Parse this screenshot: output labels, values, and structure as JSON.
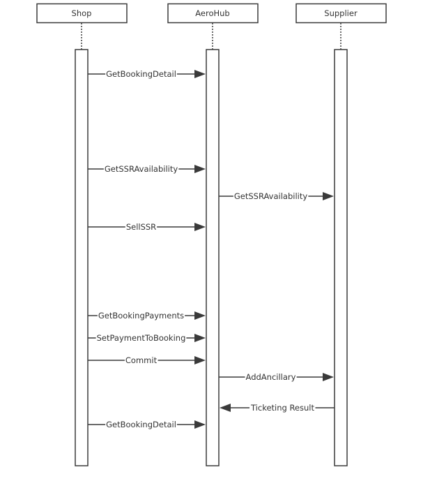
{
  "title": "Sequence diagram",
  "colors": {
    "line": "#3a3a3a",
    "text": "#333333",
    "background": "#ffffff"
  },
  "participants": [
    {
      "id": "shop",
      "label": "Shop"
    },
    {
      "id": "aerohub",
      "label": "AeroHub"
    },
    {
      "id": "supplier",
      "label": "Supplier"
    }
  ],
  "messages": [
    {
      "from": "shop",
      "to": "aerohub",
      "label": "GetBookingDetail"
    },
    {
      "from": "shop",
      "to": "aerohub",
      "label": "GetSSRAvailability"
    },
    {
      "from": "aerohub",
      "to": "supplier",
      "label": "GetSSRAvailability"
    },
    {
      "from": "shop",
      "to": "aerohub",
      "label": "SellSSR"
    },
    {
      "from": "shop",
      "to": "aerohub",
      "label": "GetBookingPayments"
    },
    {
      "from": "shop",
      "to": "aerohub",
      "label": "SetPaymentToBooking"
    },
    {
      "from": "shop",
      "to": "aerohub",
      "label": "Commit"
    },
    {
      "from": "aerohub",
      "to": "supplier",
      "label": "AddAncillary"
    },
    {
      "from": "supplier",
      "to": "aerohub",
      "label": "Ticketing Result"
    },
    {
      "from": "shop",
      "to": "aerohub",
      "label": "GetBookingDetail"
    }
  ]
}
